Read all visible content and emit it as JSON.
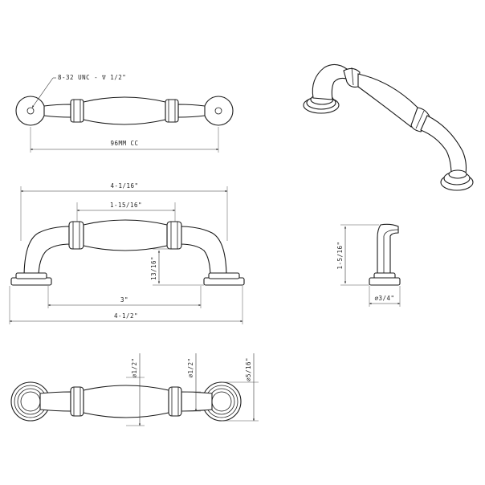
{
  "top_view": {
    "thread_note": "8-32 UNC - ∇ 1/2\"",
    "center_to_center": "96MM CC"
  },
  "front_view": {
    "overall_top": "4-1/16\"",
    "grip_length": "1-15/16\"",
    "height": "13/16\"",
    "hole_spacing": "3\"",
    "overall_bottom": "4-1/2\""
  },
  "side_view": {
    "projection": "1-5/16\"",
    "base_diameter": "∅3/4\""
  },
  "bottom_view": {
    "dia_one": "∅1/2\"",
    "dia_two": "∅1/2\"",
    "dia_three": "∅5/16\""
  }
}
